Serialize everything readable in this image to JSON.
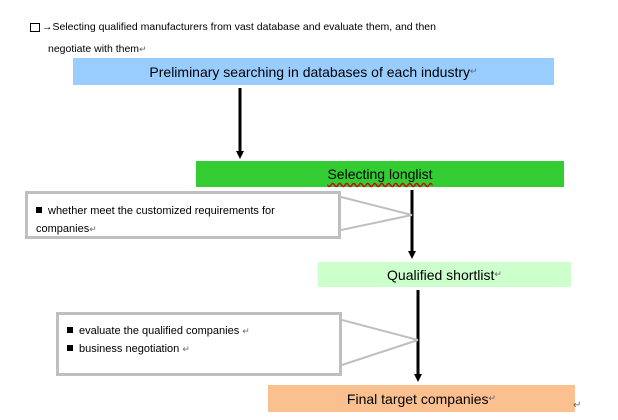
{
  "intro": {
    "line1": "→Selecting qualified manufacturers from vast database and evaluate them, and then",
    "line2": "negotiate with them"
  },
  "steps": {
    "step1": "Preliminary searching in databases of each industry",
    "step2": "Selecting longlist",
    "step3": "Qualified shortlist",
    "step4": "Final target companies"
  },
  "callouts": {
    "c1_line1": "whether meet the customized requirements for",
    "c1_line2": "companies",
    "c2_item1": "evaluate the qualified companies",
    "c2_item2": "business negotiation"
  },
  "marks": {
    "paragraph": "↵"
  },
  "colors": {
    "step1_bg": "#99ccff",
    "step2_bg": "#33cc33",
    "step3_bg": "#ccffcc",
    "step4_bg": "#fac090",
    "callout_border": "#bfbfbf"
  }
}
